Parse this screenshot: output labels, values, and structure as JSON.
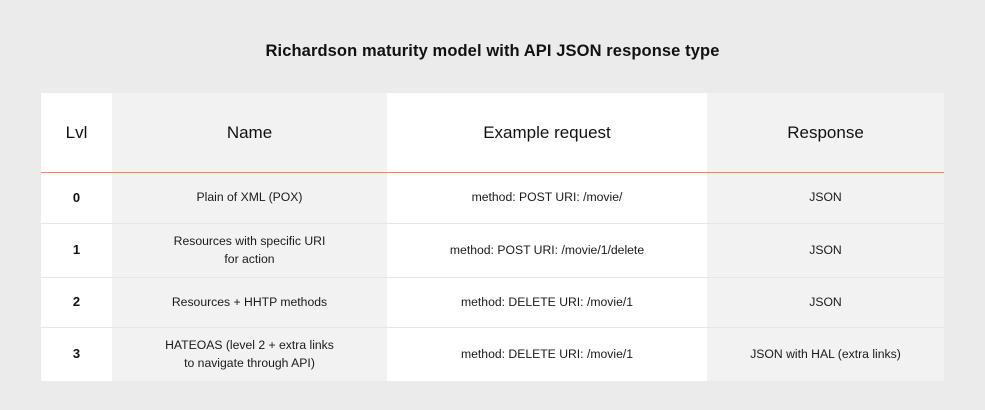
{
  "page": {
    "title": "Richardson maturity model with API JSON response type",
    "background_color": "#ebebeb",
    "accent_color": "#e0897e",
    "shade_color": "#f2f2f2"
  },
  "table": {
    "columns": [
      {
        "key": "lvl",
        "label": "Lvl",
        "shaded": false
      },
      {
        "key": "name",
        "label": "Name",
        "shaded": true
      },
      {
        "key": "req",
        "label": "Example request",
        "shaded": false
      },
      {
        "key": "resp",
        "label": "Response",
        "shaded": true
      }
    ],
    "rows": [
      {
        "lvl": "0",
        "name_line1": "Plain of XML (POX)",
        "name_line2": "",
        "req": "method: POST URI: /movie/",
        "resp": "JSON"
      },
      {
        "lvl": "1",
        "name_line1": "Resources with specific URI",
        "name_line2": "for action",
        "req": "method: POST URI: /movie/1/delete",
        "resp": "JSON"
      },
      {
        "lvl": "2",
        "name_line1": "Resources + HHTP methods",
        "name_line2": "",
        "req": "method: DELETE URI: /movie/1",
        "resp": "JSON"
      },
      {
        "lvl": "3",
        "name_line1": "HATEOAS (level 2 + extra links",
        "name_line2": "to navigate through API)",
        "req": "method: DELETE URI: /movie/1",
        "resp": "JSON with HAL (extra links)"
      }
    ]
  }
}
